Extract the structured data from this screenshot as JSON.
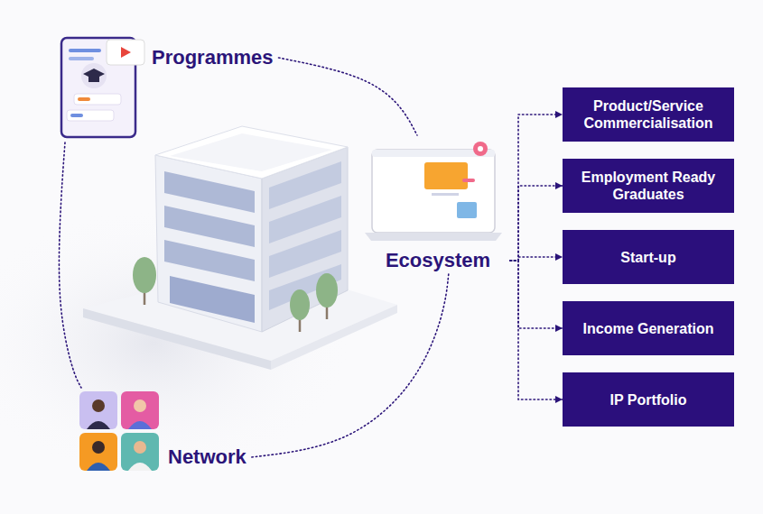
{
  "diagram": {
    "nodes": [
      {
        "text": [
          "Programmes"
        ]
      },
      {
        "text": [
          "Ecosystem"
        ]
      },
      {
        "text": [
          "Network"
        ]
      },
      {
        "text": [
          "Product/Service Commercialisation"
        ]
      },
      {
        "text": [
          "Employment Ready Graduates"
        ]
      },
      {
        "text": [
          "Start-up"
        ]
      },
      {
        "text": [
          "Income Generation"
        ]
      },
      {
        "text": [
          "IP Portfolio"
        ]
      }
    ],
    "edges": [
      {
        "from": 0,
        "to": 1,
        "arrow": "none"
      },
      {
        "from": 0,
        "to": 2,
        "arrow": "none"
      },
      {
        "from": 2,
        "to": 1,
        "arrow": "none"
      },
      {
        "from": 1,
        "to": 3,
        "arrow": "to"
      },
      {
        "from": 1,
        "to": 4,
        "arrow": "to"
      },
      {
        "from": 1,
        "to": 5,
        "arrow": "to"
      },
      {
        "from": 1,
        "to": 6,
        "arrow": "to"
      },
      {
        "from": 1,
        "to": 7,
        "arrow": "to"
      }
    ]
  }
}
